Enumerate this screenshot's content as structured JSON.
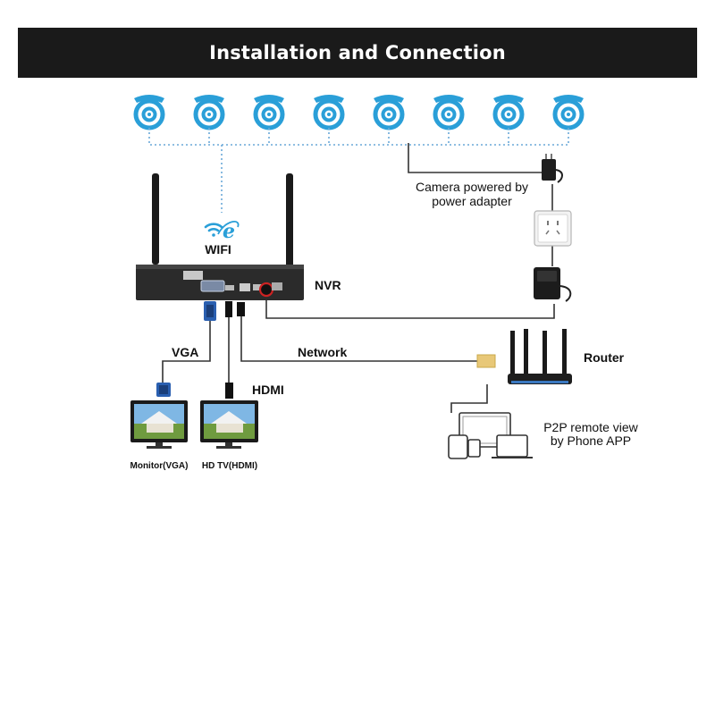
{
  "header": {
    "title": "Installation and Connection"
  },
  "labels": {
    "camera_power_line1": "Camera powered by",
    "camera_power_line2": "power adapter",
    "wifi": "WIFI",
    "nvr": "NVR",
    "vga": "VGA",
    "network": "Network",
    "router": "Router",
    "hdmi": "HDMI",
    "p2p_line1": "P2P remote view",
    "p2p_line2": "by Phone APP",
    "monitor_vga": "Monitor(VGA)",
    "hd_tv_hdmi": "HD TV(HDMI)"
  },
  "colors": {
    "camera_blue": "#2a9fd8",
    "cable": "#333333",
    "dotted_link": "#6aa9d8",
    "banner_bg": "#1a1a1a",
    "nvr_body": "#2b2b2b",
    "vga_connector": "#2a5fb0",
    "power_port_ring": "#cc2222"
  },
  "cameras": {
    "count": 8,
    "icon": "dome-camera-icon"
  }
}
